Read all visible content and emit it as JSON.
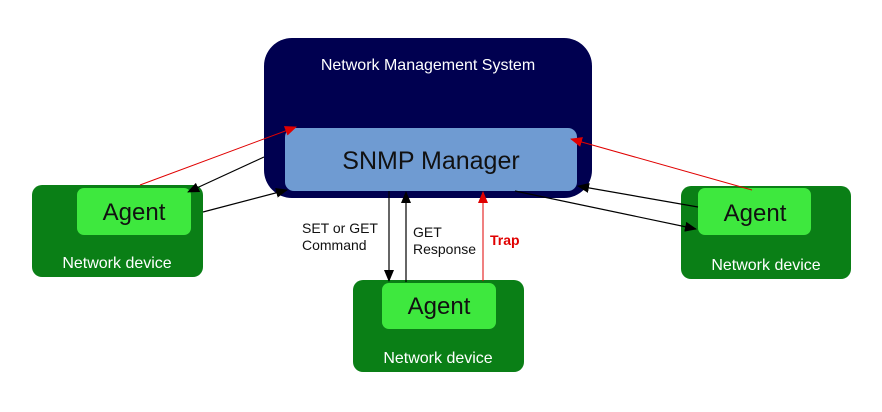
{
  "colors": {
    "nms_fill": "#000050",
    "manager_fill": "#6f9bd2",
    "device_fill": "#0a7f16",
    "agent_fill": "#3ee83e",
    "black_arrow": "#000000",
    "trap_arrow": "#e00000",
    "white_text": "#ffffff",
    "dark_text": "#111111"
  },
  "nms": {
    "title": "Network Management System"
  },
  "manager": {
    "label": "SNMP Manager"
  },
  "devices": {
    "left": {
      "agent_label": "Agent",
      "device_label": "Network device"
    },
    "bottom": {
      "agent_label": "Agent",
      "device_label": "Network device"
    },
    "right": {
      "agent_label": "Agent",
      "device_label": "Network device"
    }
  },
  "arrows": {
    "set_get_line1": "SET or GET",
    "set_get_line2": "Command",
    "get_response_line1": "GET",
    "get_response_line2": "Response",
    "trap": "Trap"
  }
}
